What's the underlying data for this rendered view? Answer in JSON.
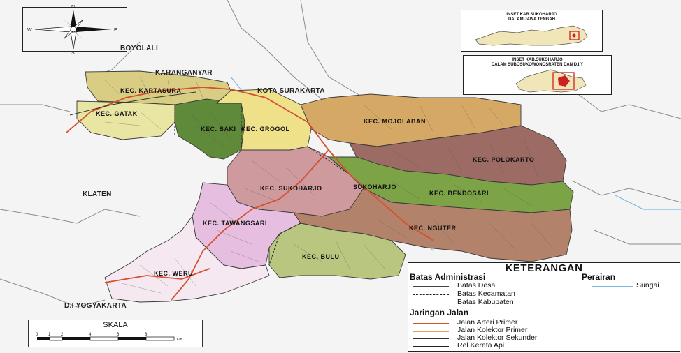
{
  "map": {
    "compass": {
      "n": "N",
      "s": "S",
      "e": "E",
      "w": "W"
    },
    "neighbors": {
      "boyolali": "BOYOLALI",
      "karanganyar": "KARANGANYAR",
      "kota_surakarta": "KOTA SURAKARTA",
      "klaten": "KLATEN",
      "diy": "D.I YOGYAKARTA"
    },
    "districts": {
      "kartasura": "KEC. KARTASURA",
      "gatak": "KEC. GATAK",
      "baki": "KEC. BAKI",
      "grogol": "KEC. GROGOL",
      "mojolaban": "KEC. MOJOLABAN",
      "polokarto": "KEC. POLOKARTO",
      "sukoharjo": "KEC. SUKOHARJO",
      "sukoharjo_short": "SUKOHARJO",
      "bendosari": "KEC. BENDOSARI",
      "tawangsari": "KEC. TAWANGSARI",
      "nguter": "KEC. NGUTER",
      "bulu": "KEC. BULU",
      "weru": "KEC. WERU"
    },
    "colors": {
      "kartasura": "#d9cc83",
      "gatak": "#e9e6a3",
      "baki": "#5e8a3a",
      "grogol": "#efe08a",
      "mojolaban": "#d6a866",
      "polokarto": "#9c6b63",
      "sukoharjo": "#cf9a9e",
      "bendosari": "#7da347",
      "tawangsari": "#e6bfe0",
      "nguter": "#b3826a",
      "bulu": "#b9c680",
      "weru": "#f6e8f1",
      "artery_road": "#d4502e",
      "river": "#7ab8e0"
    }
  },
  "insets": {
    "jateng": {
      "title_line1": "INSET KAB.SUKOHARJO",
      "title_line2": "DALAM JAWA TENGAH"
    },
    "subosukowonosraten": {
      "title_line1": "INSET KAB.SUKOHARJO",
      "title_line2": "DALAM SUBOSUKOWONOSRATEN DAN D.I.Y"
    }
  },
  "legend": {
    "title": "KETERANGAN",
    "admin_heading": "Batas Administrasi",
    "waters_heading": "Perairan",
    "river": "Sungai",
    "admin_items": [
      "Batas Desa",
      "Batas Kecamatan",
      "Batas Kabupaten"
    ],
    "roads_heading": "Jaringan Jalan",
    "road_items": [
      "Jalan Arteri Primer",
      "Jalan Kolektor Primer",
      "Jalan Kolektor Sekunder",
      "Rel Kereta Api"
    ]
  },
  "scale": {
    "title": "SKALA",
    "ticks": [
      "0",
      "1",
      "2",
      "4",
      "6",
      "8"
    ],
    "unit": "Km"
  }
}
